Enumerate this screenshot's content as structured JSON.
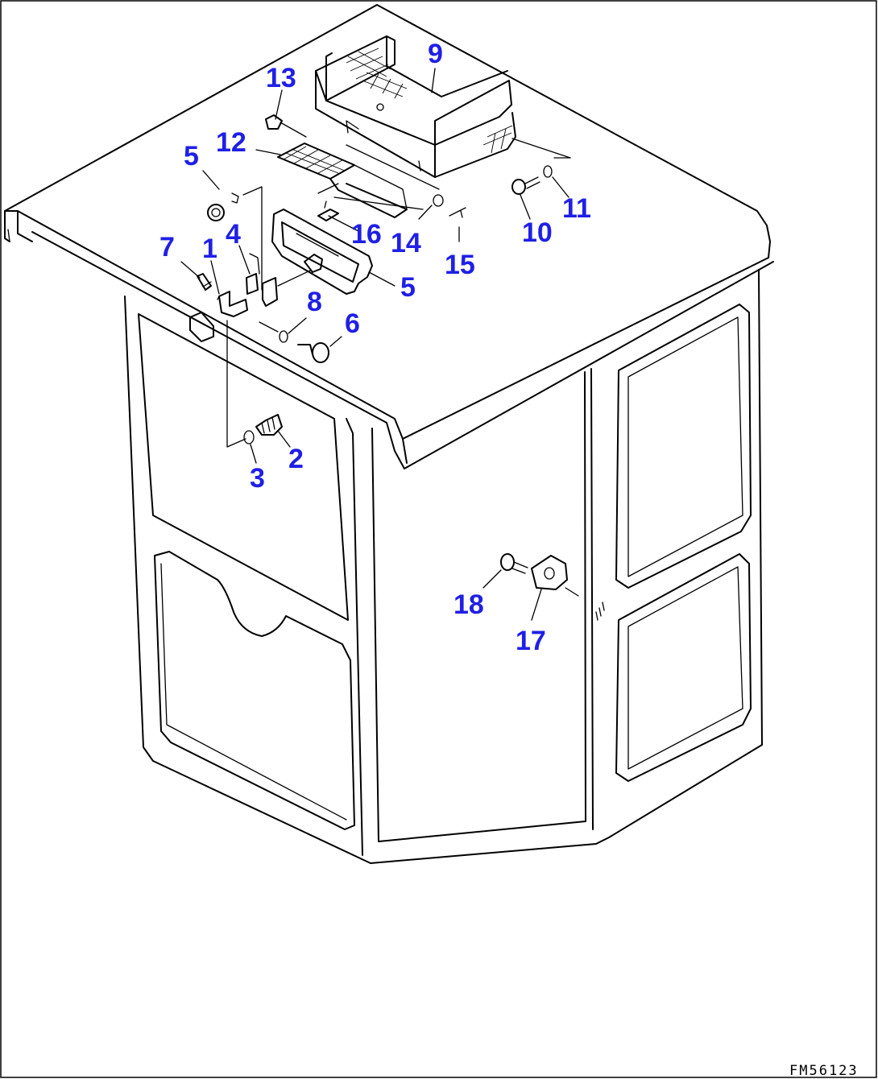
{
  "diagram": {
    "drawing_number": "FM56123",
    "callouts": [
      {
        "id": "c13",
        "label": "13"
      },
      {
        "id": "c9",
        "label": "9"
      },
      {
        "id": "c12",
        "label": "12"
      },
      {
        "id": "c5a",
        "label": "5"
      },
      {
        "id": "c16",
        "label": "16"
      },
      {
        "id": "c14",
        "label": "14"
      },
      {
        "id": "c10",
        "label": "10"
      },
      {
        "id": "c11",
        "label": "11"
      },
      {
        "id": "c15",
        "label": "15"
      },
      {
        "id": "c7",
        "label": "7"
      },
      {
        "id": "c1",
        "label": "1"
      },
      {
        "id": "c4",
        "label": "4"
      },
      {
        "id": "c5b",
        "label": "5"
      },
      {
        "id": "c8",
        "label": "8"
      },
      {
        "id": "c6",
        "label": "6"
      },
      {
        "id": "c2",
        "label": "2"
      },
      {
        "id": "c3",
        "label": "3"
      },
      {
        "id": "c18",
        "label": "18"
      },
      {
        "id": "c17",
        "label": "17"
      }
    ]
  },
  "colors": {
    "callout": "#1f1fe6",
    "line": "#000000",
    "background": "#ffffff"
  }
}
